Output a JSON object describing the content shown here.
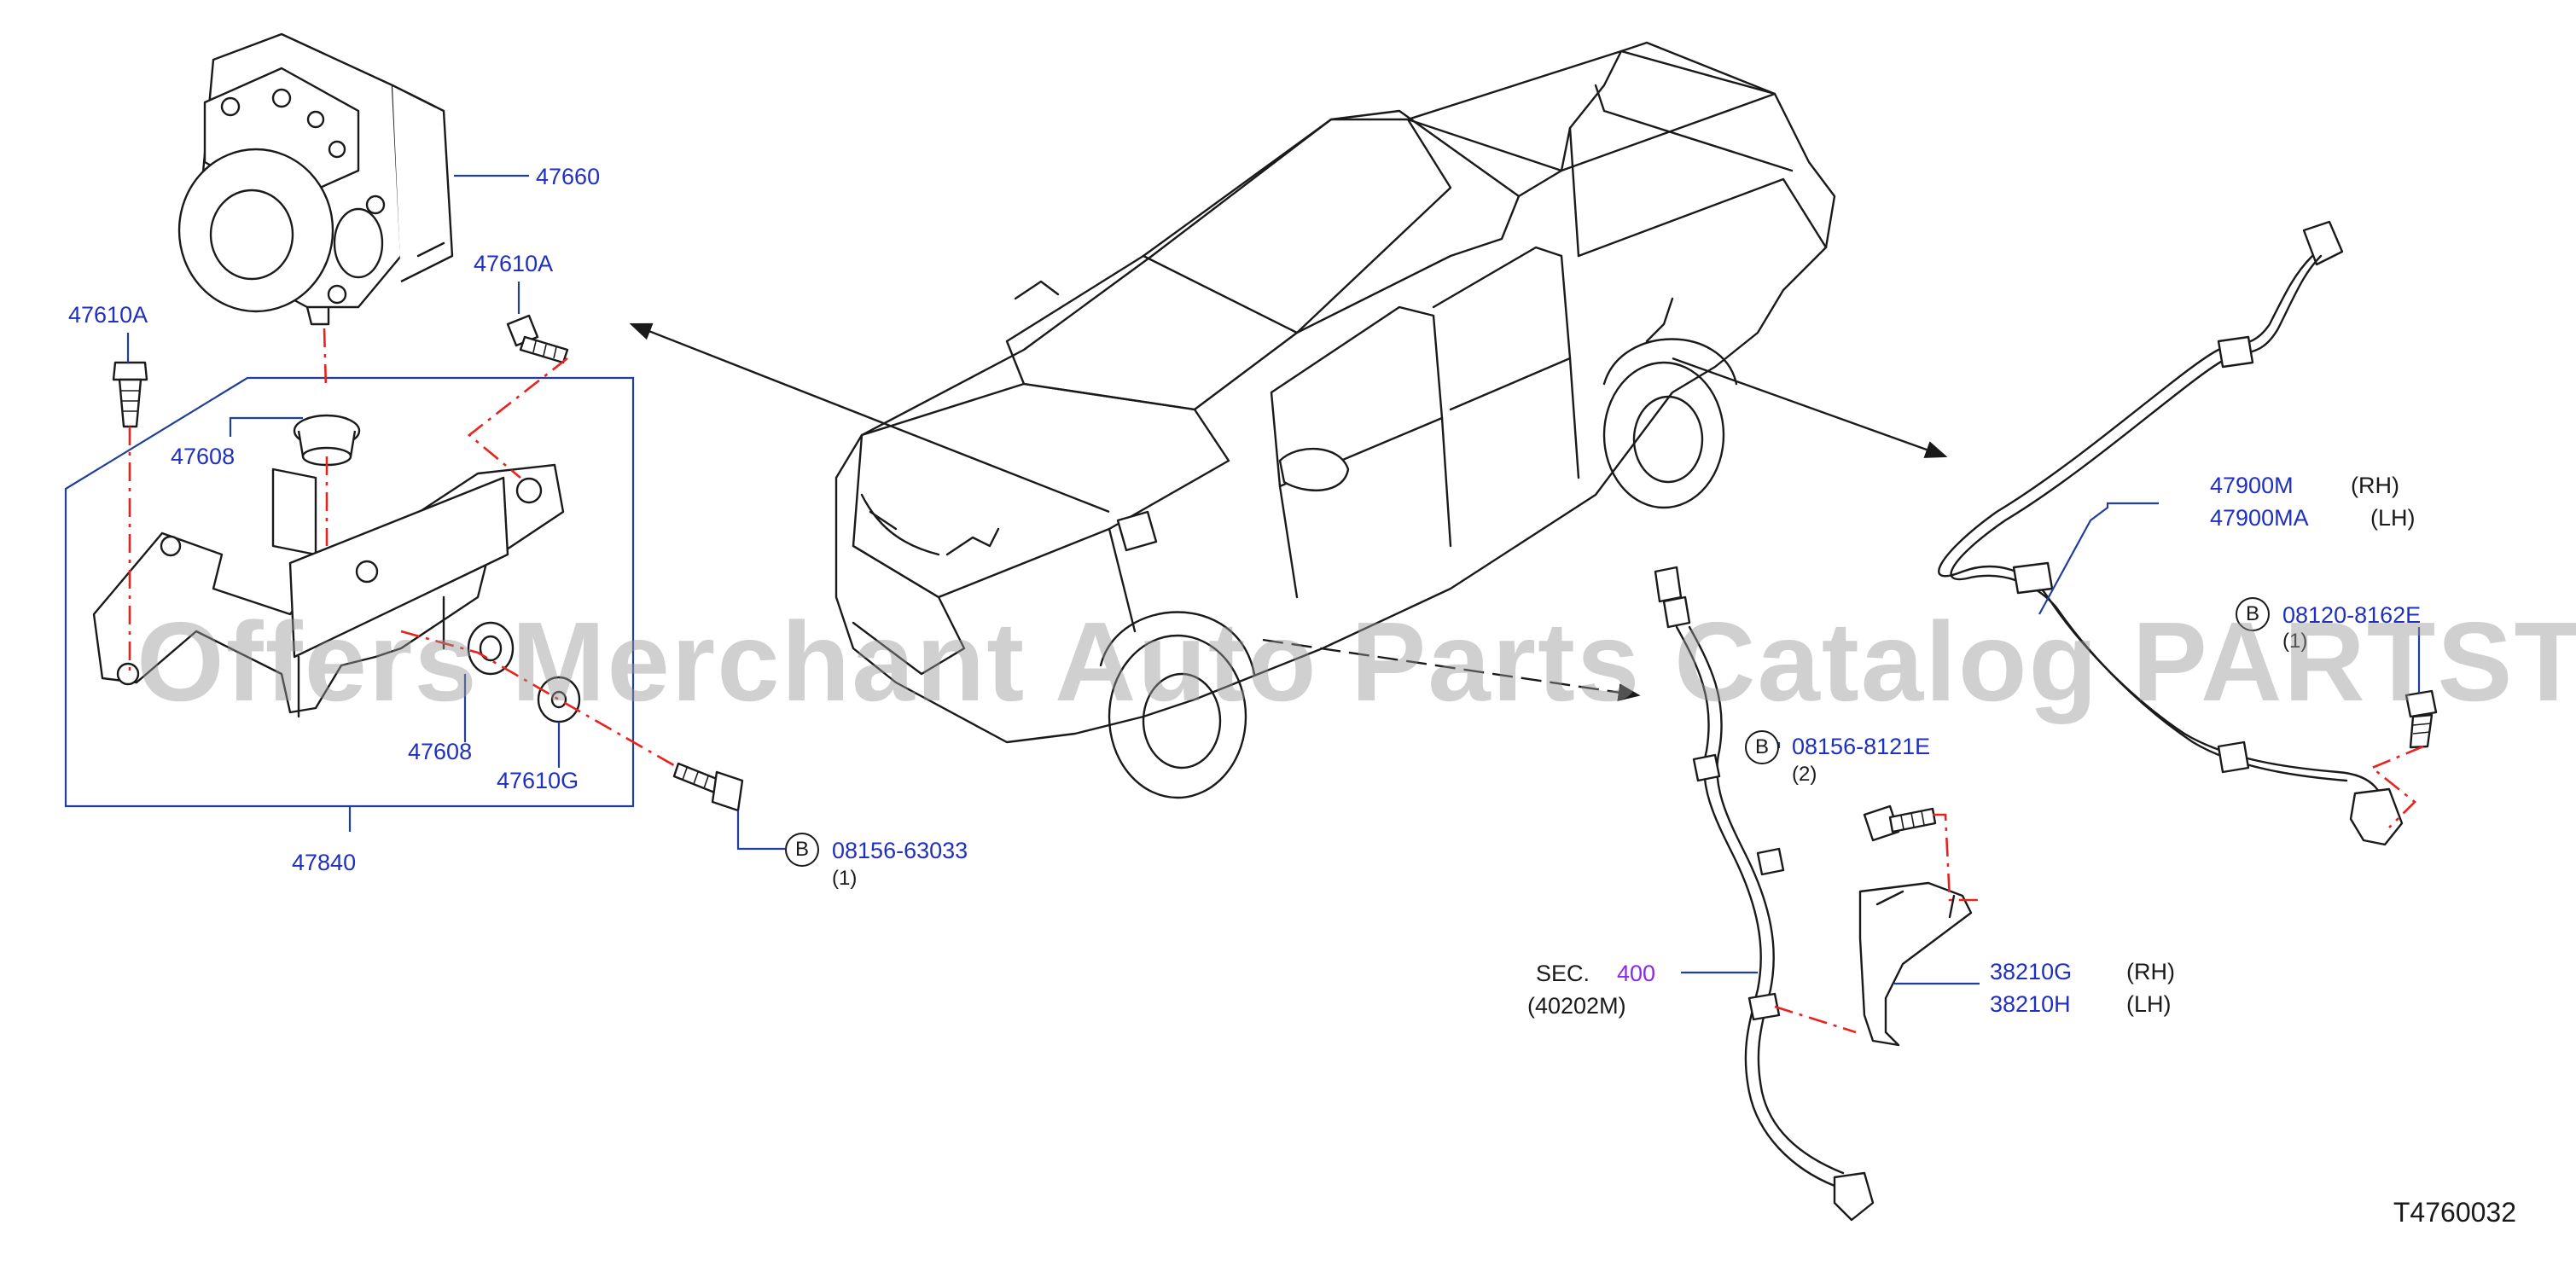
{
  "labels": {
    "p47660": "47660",
    "p47610A_right": "47610A",
    "p47610A_left": "47610A",
    "p47608_top": "47608",
    "p47608_bottom": "47608",
    "p47610G": "47610G",
    "p47840": "47840",
    "bolt_b1": {
      "circle": "B",
      "code": "08156-63033",
      "qty": "(1)"
    },
    "bolt_b2": {
      "circle": "B",
      "code": "08156-8121E",
      "qty": "(2)"
    },
    "bolt_b3": {
      "circle": "B",
      "code": "08120-8162E",
      "qty": "(1)"
    },
    "p47900M": "47900M",
    "p47900M_side": "(RH)",
    "p47900MA": "47900MA",
    "p47900MA_side": "(LH)",
    "sec_prefix": "SEC.",
    "sec_number": "400",
    "sec_sub": "(40202M)",
    "p38210G": "38210G",
    "p38210G_side": "(RH)",
    "p38210H": "38210H",
    "p38210H_side": "(LH)"
  },
  "watermark": "Offers Merchant Auto Parts Catalog PARTSTORE.SA",
  "diagram_code": "T4760032",
  "colors": {
    "label_blue": "#1f2fbf",
    "leader_blue": "#1f3f9a",
    "dash_red": "#e8231e",
    "section_purple": "#8a2be2",
    "line_black": "#1a1a1a"
  }
}
